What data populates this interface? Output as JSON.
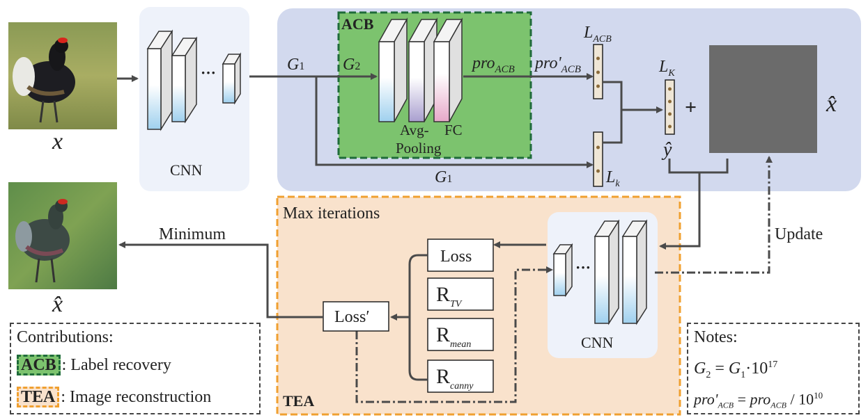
{
  "inputs": {
    "x_label": "x",
    "xhat_label": "x̂",
    "xhat_bottom_label": "x̂",
    "yhat_label": "ŷ"
  },
  "cnn": {
    "top_label": "CNN",
    "bottom_label": "CNN"
  },
  "acb": {
    "title": "ACB",
    "g1_label": "G",
    "g1_sub": "1",
    "g1_bottom_label": "G",
    "g1_bottom_sub": "1",
    "g2_label": "G",
    "g2_sub": "2",
    "avgpool_label_1": "Avg-",
    "avgpool_label_2": "Pooling",
    "fc_label": "FC",
    "pro_label": "pro",
    "pro_sub": "ACB",
    "pro_prime_label": "pro'",
    "pro_prime_sub": "ACB",
    "l_acb_label": "L",
    "l_acb_sub": "ACB",
    "l_k_label": "L",
    "l_k_sub": "k",
    "l_K_label": "L",
    "l_K_sub": "K",
    "plus": "+"
  },
  "tea": {
    "title": "TEA",
    "max_iter": "Max iterations",
    "loss": "Loss",
    "loss_prime": "Loss′",
    "r_letter": "R",
    "r_tv_sub": "TV",
    "r_mean_sub": "mean",
    "r_canny_sub": "canny",
    "minimum": "Minimum",
    "update": "Update"
  },
  "contributions": {
    "title": "Contributions:",
    "acb_tag": "ACB",
    "acb_text": ": Label recovery",
    "tea_tag": "TEA",
    "tea_text": ": Image reconstruction"
  },
  "notes": {
    "title": "Notes:",
    "eq1_a": "G",
    "eq1_a_sub": "2",
    "eq1_mid": " = ",
    "eq1_b": "G",
    "eq1_b_sub": "1",
    "eq1_tail": "·10",
    "eq1_exp": "17",
    "eq2_a": "pro'",
    "eq2_a_sub": "ACB",
    "eq2_mid": " = ",
    "eq2_b": "pro",
    "eq2_b_sub": "ACB",
    "eq2_tail": " / 10",
    "eq2_exp": "10"
  },
  "colors": {
    "blue_panel": "#d2d9ee",
    "acb_green": "#7cc36e",
    "acb_border": "#1f6b3a",
    "tea_fill": "#f9e2cc",
    "tea_border": "#f0a030",
    "grey_square": "#6b6b6b",
    "arrow": "#4a4a4a"
  }
}
